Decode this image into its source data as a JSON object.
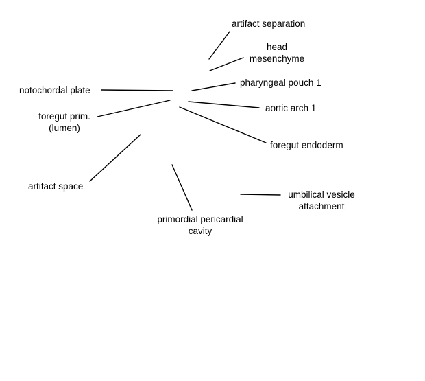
{
  "labels": {
    "artifact_separation": {
      "lines": [
        "artifact separation"
      ]
    },
    "head_mesenchyme": {
      "lines": [
        "head",
        "mesenchyme"
      ]
    },
    "pharyngeal_pouch_1": {
      "lines": [
        "pharyngeal pouch 1"
      ]
    },
    "notochordal_plate": {
      "lines": [
        "notochordal plate"
      ]
    },
    "aortic_arch_1": {
      "lines": [
        "aortic arch 1"
      ]
    },
    "foregut_prim_lumen": {
      "lines": [
        "foregut prim.",
        "(lumen)"
      ]
    },
    "foregut_endoderm": {
      "lines": [
        "foregut endoderm"
      ]
    },
    "artifact_space": {
      "lines": [
        "artifact space"
      ]
    },
    "umbilical_vesicle_attachment": {
      "lines": [
        "umbilical vesicle",
        "attachment"
      ]
    },
    "primordial_pericardial_cavity": {
      "lines": [
        "primordial pericardial",
        "cavity"
      ]
    }
  },
  "colors": {
    "line": "#000000",
    "text": "#000000",
    "background": "#ffffff"
  }
}
